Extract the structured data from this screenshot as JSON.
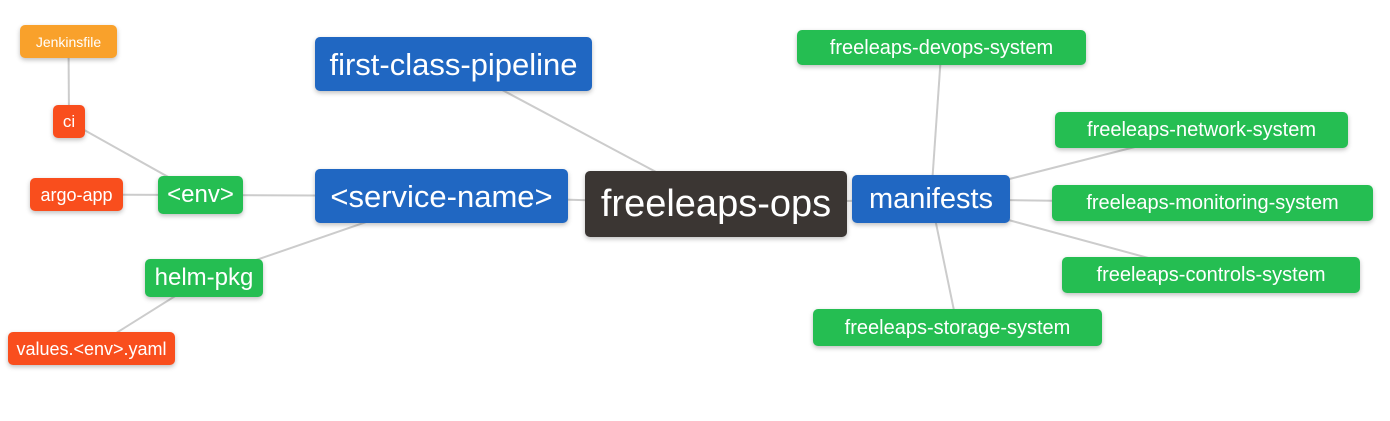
{
  "diagram": {
    "type": "mindmap",
    "root_label": "freeleaps-ops"
  },
  "palette": {
    "blue": "#2067C2",
    "green": "#25BE52",
    "orange": "#F9A12B",
    "red": "#F94E1D",
    "dark": "#3B3633",
    "edge": "#cccccc",
    "node_text": "#ffffff",
    "background": "#ffffff"
  },
  "nodes": [
    {
      "id": "jenkinsfile",
      "label": "Jenkinsfile",
      "color": "orange"
    },
    {
      "id": "ci",
      "label": "ci",
      "color": "red"
    },
    {
      "id": "argo-app",
      "label": "argo-app",
      "color": "red"
    },
    {
      "id": "env",
      "label": "<env>",
      "color": "green"
    },
    {
      "id": "first-class-pipeline",
      "label": "first-class-pipeline",
      "color": "blue"
    },
    {
      "id": "service-name",
      "label": "<service-name>",
      "color": "blue"
    },
    {
      "id": "freeleaps-ops",
      "label": "freeleaps-ops",
      "color": "dark"
    },
    {
      "id": "manifests",
      "label": "manifests",
      "color": "blue"
    },
    {
      "id": "freeleaps-devops-system",
      "label": "freeleaps-devops-system",
      "color": "green"
    },
    {
      "id": "freeleaps-network-system",
      "label": "freeleaps-network-system",
      "color": "green"
    },
    {
      "id": "freeleaps-monitoring-system",
      "label": "freeleaps-monitoring-system",
      "color": "green"
    },
    {
      "id": "freeleaps-controls-system",
      "label": "freeleaps-controls-system",
      "color": "green"
    },
    {
      "id": "freeleaps-storage-system",
      "label": "freeleaps-storage-system",
      "color": "green"
    },
    {
      "id": "helm-pkg",
      "label": "helm-pkg",
      "color": "green"
    },
    {
      "id": "values-env-yaml",
      "label": "values.<env>.yaml",
      "color": "red"
    }
  ],
  "edges": [
    {
      "from": "freeleaps-ops",
      "to": "first-class-pipeline"
    },
    {
      "from": "freeleaps-ops",
      "to": "<service-name>"
    },
    {
      "from": "freeleaps-ops",
      "to": "manifests"
    },
    {
      "from": "<service-name>",
      "to": "<env>"
    },
    {
      "from": "<service-name>",
      "to": "helm-pkg"
    },
    {
      "from": "<env>",
      "to": "argo-app"
    },
    {
      "from": "<env>",
      "to": "ci"
    },
    {
      "from": "ci",
      "to": "Jenkinsfile"
    },
    {
      "from": "helm-pkg",
      "to": "values.<env>.yaml"
    },
    {
      "from": "manifests",
      "to": "freeleaps-devops-system"
    },
    {
      "from": "manifests",
      "to": "freeleaps-network-system"
    },
    {
      "from": "manifests",
      "to": "freeleaps-monitoring-system"
    },
    {
      "from": "manifests",
      "to": "freeleaps-controls-system"
    },
    {
      "from": "manifests",
      "to": "freeleaps-storage-system"
    }
  ]
}
